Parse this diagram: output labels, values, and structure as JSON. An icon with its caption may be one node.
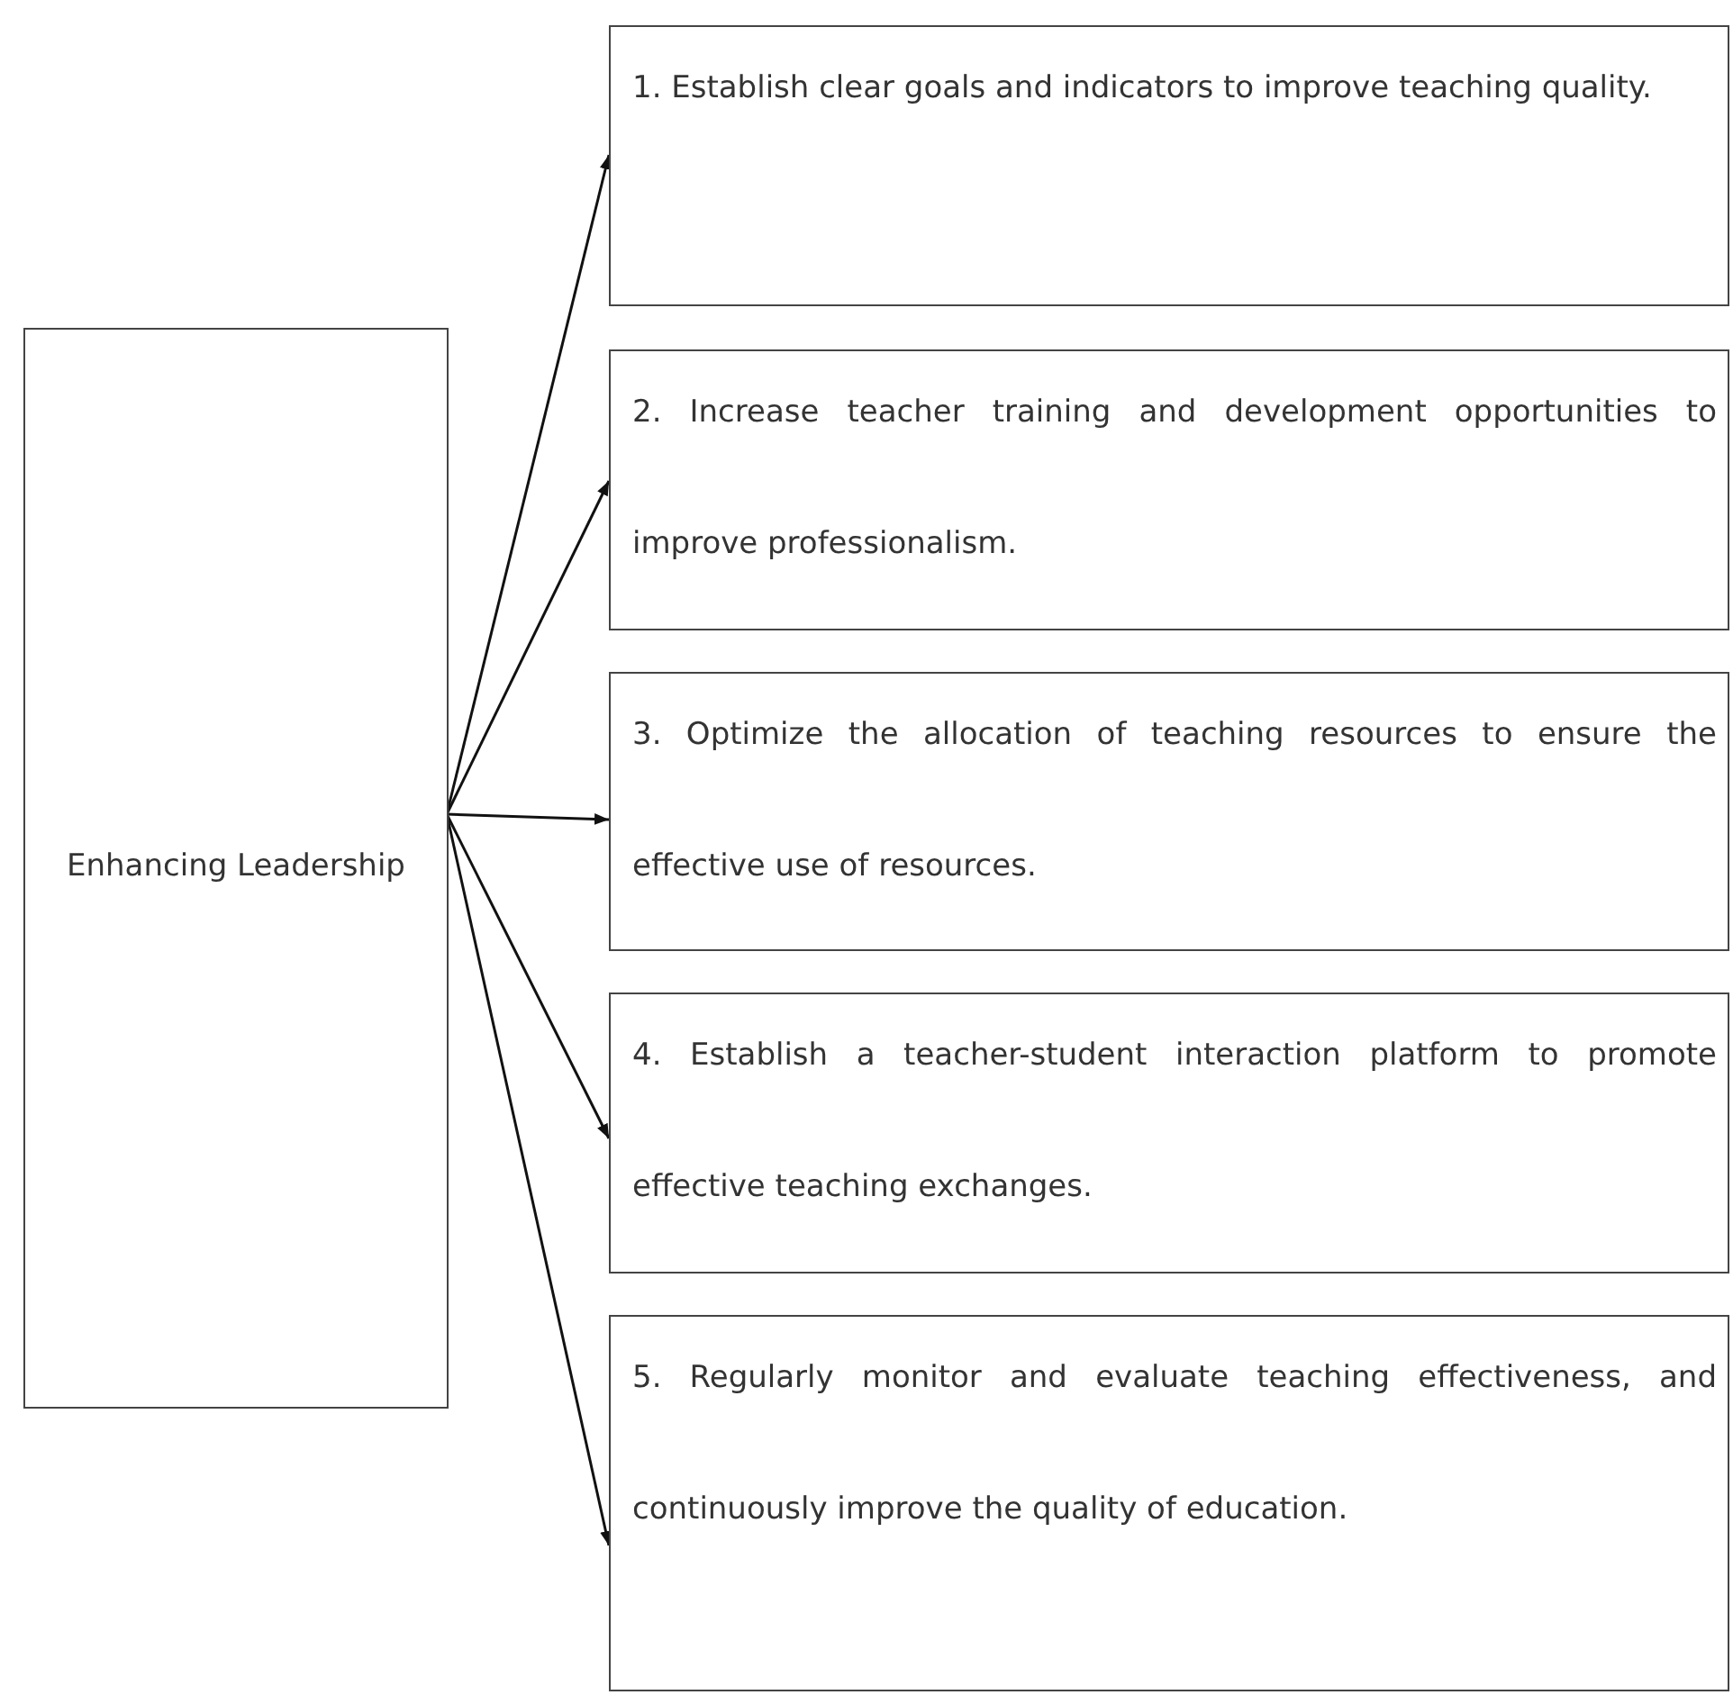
{
  "diagram": {
    "nodes": [
      {
        "text": [
          "Enhancing Leadership"
        ]
      },
      {
        "text": [
          "1. Establish clear goals and indicators to improve teaching quality."
        ]
      },
      {
        "text": [
          "2. Increase teacher training and development opportunities to improve professionalism."
        ]
      },
      {
        "text": [
          "3. Optimize the allocation of teaching resources to ensure the effective use of resources."
        ]
      },
      {
        "text": [
          "4. Establish a teacher-student interaction platform to promote effective teaching exchanges."
        ]
      },
      {
        "text": [
          "5. Regularly monitor and evaluate teaching effectiveness, and continuously improve the quality of education."
        ]
      }
    ],
    "edges": [
      {
        "from": 0,
        "to": 1,
        "arrow": "to"
      },
      {
        "from": 0,
        "to": 2,
        "arrow": "to"
      },
      {
        "from": 0,
        "to": 3,
        "arrow": "to"
      },
      {
        "from": 0,
        "to": 4,
        "arrow": "to"
      },
      {
        "from": 0,
        "to": 5,
        "arrow": "to"
      }
    ]
  }
}
